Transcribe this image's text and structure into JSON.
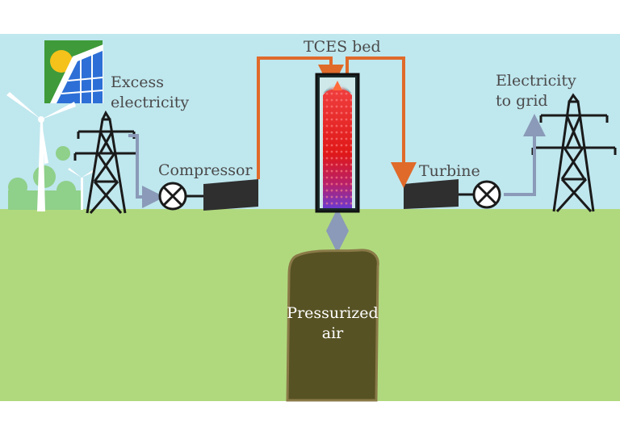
{
  "labels": {
    "excess_line1": "Excess",
    "excess_line2": "electricity",
    "compressor": "Compressor",
    "tces_bed": "TCES bed",
    "turbine": "Turbine",
    "grid_line1": "Electricity",
    "grid_line2": "to grid",
    "air_line1": "Pressurized",
    "air_line2": "air"
  },
  "colors": {
    "sky": "#bfe7ee",
    "ground": "#b0d97e",
    "flow_arrow": "#e06a2a",
    "power_arrow": "#8a9ab8",
    "cavern": "#575224",
    "bed_hot": "#e02020",
    "bed_cool": "#7a3cc8",
    "machine": "#2f2f2f",
    "label_text": "#4a4a4a"
  },
  "icons": [
    "solar-panel-icon",
    "sun-icon",
    "wind-turbine-icon",
    "pylon-icon",
    "motor-icon",
    "generator-icon",
    "compressor-icon",
    "turbine-icon",
    "tree-icon"
  ]
}
